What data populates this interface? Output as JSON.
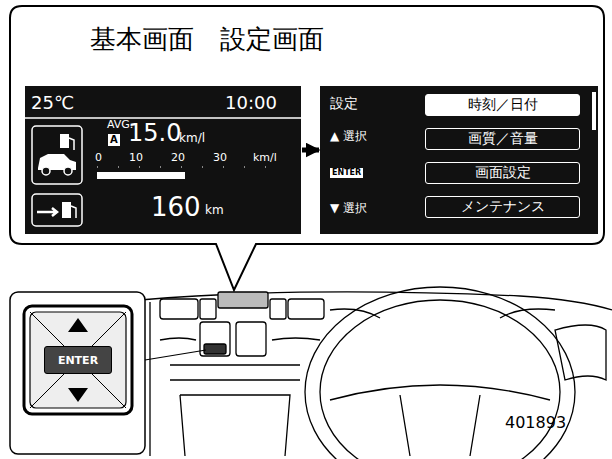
{
  "diagram": {
    "title": "基本画面　設定画面",
    "nodes": [
      {
        "text": [
          "25℃",
          "10:00",
          "AVG.",
          "A",
          "15.0",
          "km/l",
          "0",
          "10",
          "20",
          "30",
          "km/l",
          "160",
          "km"
        ]
      },
      {
        "text": [
          "設定",
          "▲ 選択",
          "ENTER",
          "▼ 選択"
        ]
      },
      {
        "text": [
          "時刻／日付"
        ],
        "in": 1
      },
      {
        "text": [
          "画質／音量"
        ],
        "in": 1
      },
      {
        "text": [
          "画面設定"
        ],
        "in": 1
      },
      {
        "text": [
          "メンテナンス"
        ],
        "in": 1
      },
      {
        "text": [
          "ENTER"
        ]
      }
    ],
    "edges": [
      {
        "from": 0,
        "to": 1,
        "arrow": "to"
      }
    ],
    "labels": [
      "401893"
    ]
  }
}
